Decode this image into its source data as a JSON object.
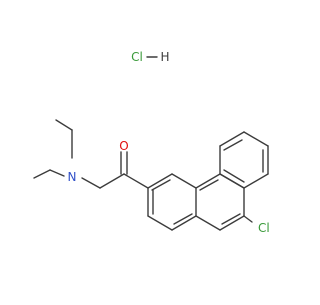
{
  "molecule": {
    "salt": {
      "cl": "Cl",
      "h": "H",
      "cl_color": "#3a9a3a",
      "h_color": "#3c3c3c"
    },
    "atoms": {
      "oxygen": {
        "label": "O",
        "color": "#e01010"
      },
      "nitrogen": {
        "label": "N",
        "color": "#3050c8"
      },
      "chlorine": {
        "label": "Cl",
        "color": "#3a9a3a"
      }
    },
    "bond_color": "#3c3c3c"
  }
}
